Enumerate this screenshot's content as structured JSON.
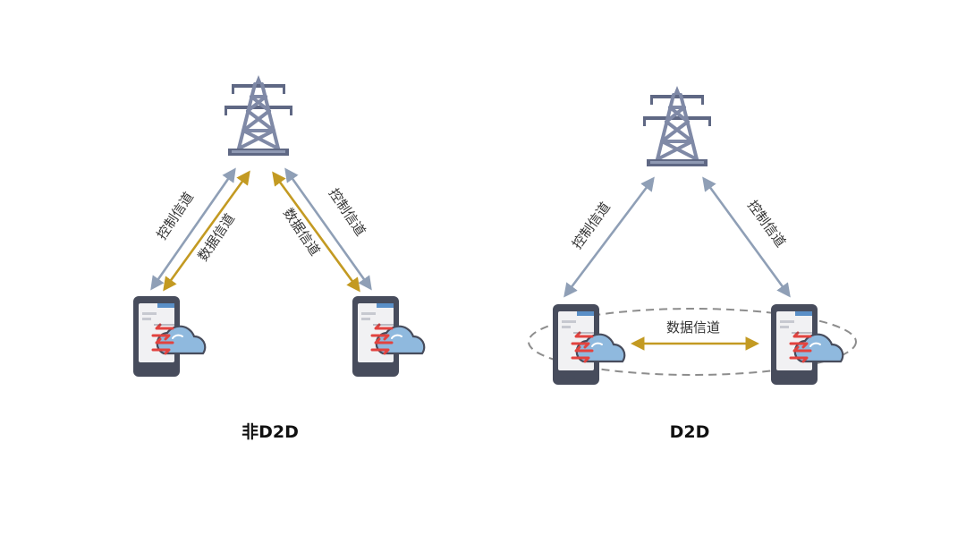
{
  "colors": {
    "control": "#8f9fb6",
    "data": "#c39a22",
    "tower": "#7f89a6",
    "tower_dark": "#5f6884",
    "phone_body": "#474c5c",
    "phone_screen": "#f1f1f3",
    "cloud": "#8fb9de",
    "arrows_red": "#e2433f",
    "ellipse": "#8d8d8d"
  },
  "icons": [
    "transmission-tower-icon",
    "smartphone-cloud-sync-icon"
  ],
  "left": {
    "caption": "非D2D",
    "control_left": "控制信道",
    "data_left": "数据信道",
    "data_right": "数据信道",
    "control_right": "控制信道"
  },
  "right": {
    "caption": "D2D",
    "control_left": "控制信道",
    "control_right": "控制信道",
    "data_link": "数据信道"
  }
}
